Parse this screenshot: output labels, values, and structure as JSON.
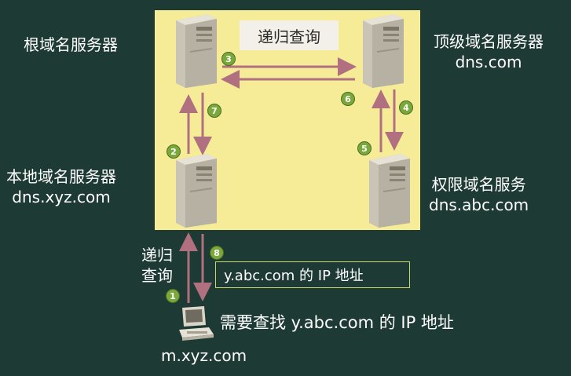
{
  "title": "递归查询",
  "servers": {
    "root": {
      "label": "根域名服务器"
    },
    "tld": {
      "label": "顶级域名服务器",
      "domain": "dns.com"
    },
    "local": {
      "label": "本地域名服务器",
      "domain": "dns.xyz.com"
    },
    "auth": {
      "label": "权限域名服务",
      "domain": "dns.abc.com"
    }
  },
  "client": {
    "query_label_line1": "递归",
    "query_label_line2": "查询",
    "answer": "y.abc.com 的 IP 地址",
    "need": "需要查找 y.abc.com 的 IP 地址",
    "host": "m.xyz.com"
  },
  "steps": {
    "s1": "1",
    "s2": "2",
    "s3": "3",
    "s4": "4",
    "s5": "5",
    "s6": "6",
    "s7": "7",
    "s8": "8"
  },
  "colors": {
    "background": "#1e3a34",
    "panel": "#f6ec98",
    "arrow": "#b07080",
    "badge": "#7aa83a"
  }
}
